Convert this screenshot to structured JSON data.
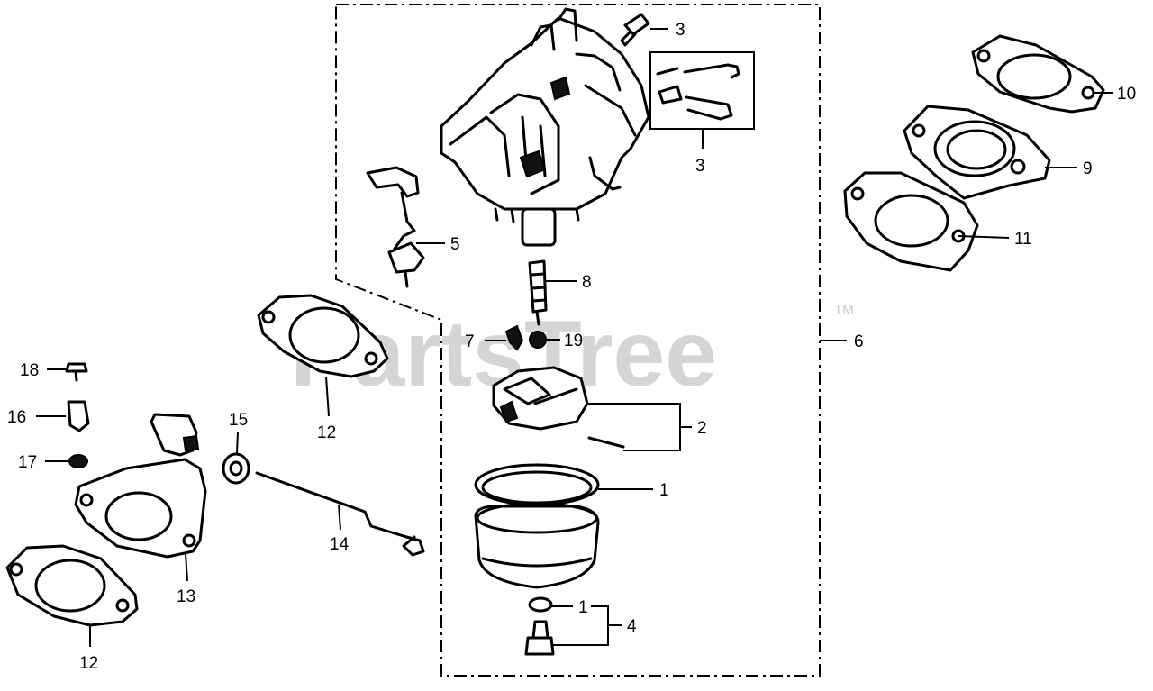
{
  "watermark": {
    "text": "PartsTree",
    "trademark": "TM"
  },
  "callouts": [
    {
      "id": "c3a",
      "label": "3"
    },
    {
      "id": "c3b",
      "label": "3"
    },
    {
      "id": "c10",
      "label": "10"
    },
    {
      "id": "c9",
      "label": "9"
    },
    {
      "id": "c11",
      "label": "11"
    },
    {
      "id": "c5",
      "label": "5"
    },
    {
      "id": "c8",
      "label": "8"
    },
    {
      "id": "c6",
      "label": "6"
    },
    {
      "id": "c7",
      "label": "7"
    },
    {
      "id": "c19",
      "label": "19"
    },
    {
      "id": "c2",
      "label": "2"
    },
    {
      "id": "c1a",
      "label": "1"
    },
    {
      "id": "c1b",
      "label": "1"
    },
    {
      "id": "c4",
      "label": "4"
    },
    {
      "id": "c12a",
      "label": "12"
    },
    {
      "id": "c12b",
      "label": "12"
    },
    {
      "id": "c13",
      "label": "13"
    },
    {
      "id": "c14",
      "label": "14"
    },
    {
      "id": "c15",
      "label": "15"
    },
    {
      "id": "c16",
      "label": "16"
    },
    {
      "id": "c17",
      "label": "17"
    },
    {
      "id": "c18",
      "label": "18"
    }
  ]
}
